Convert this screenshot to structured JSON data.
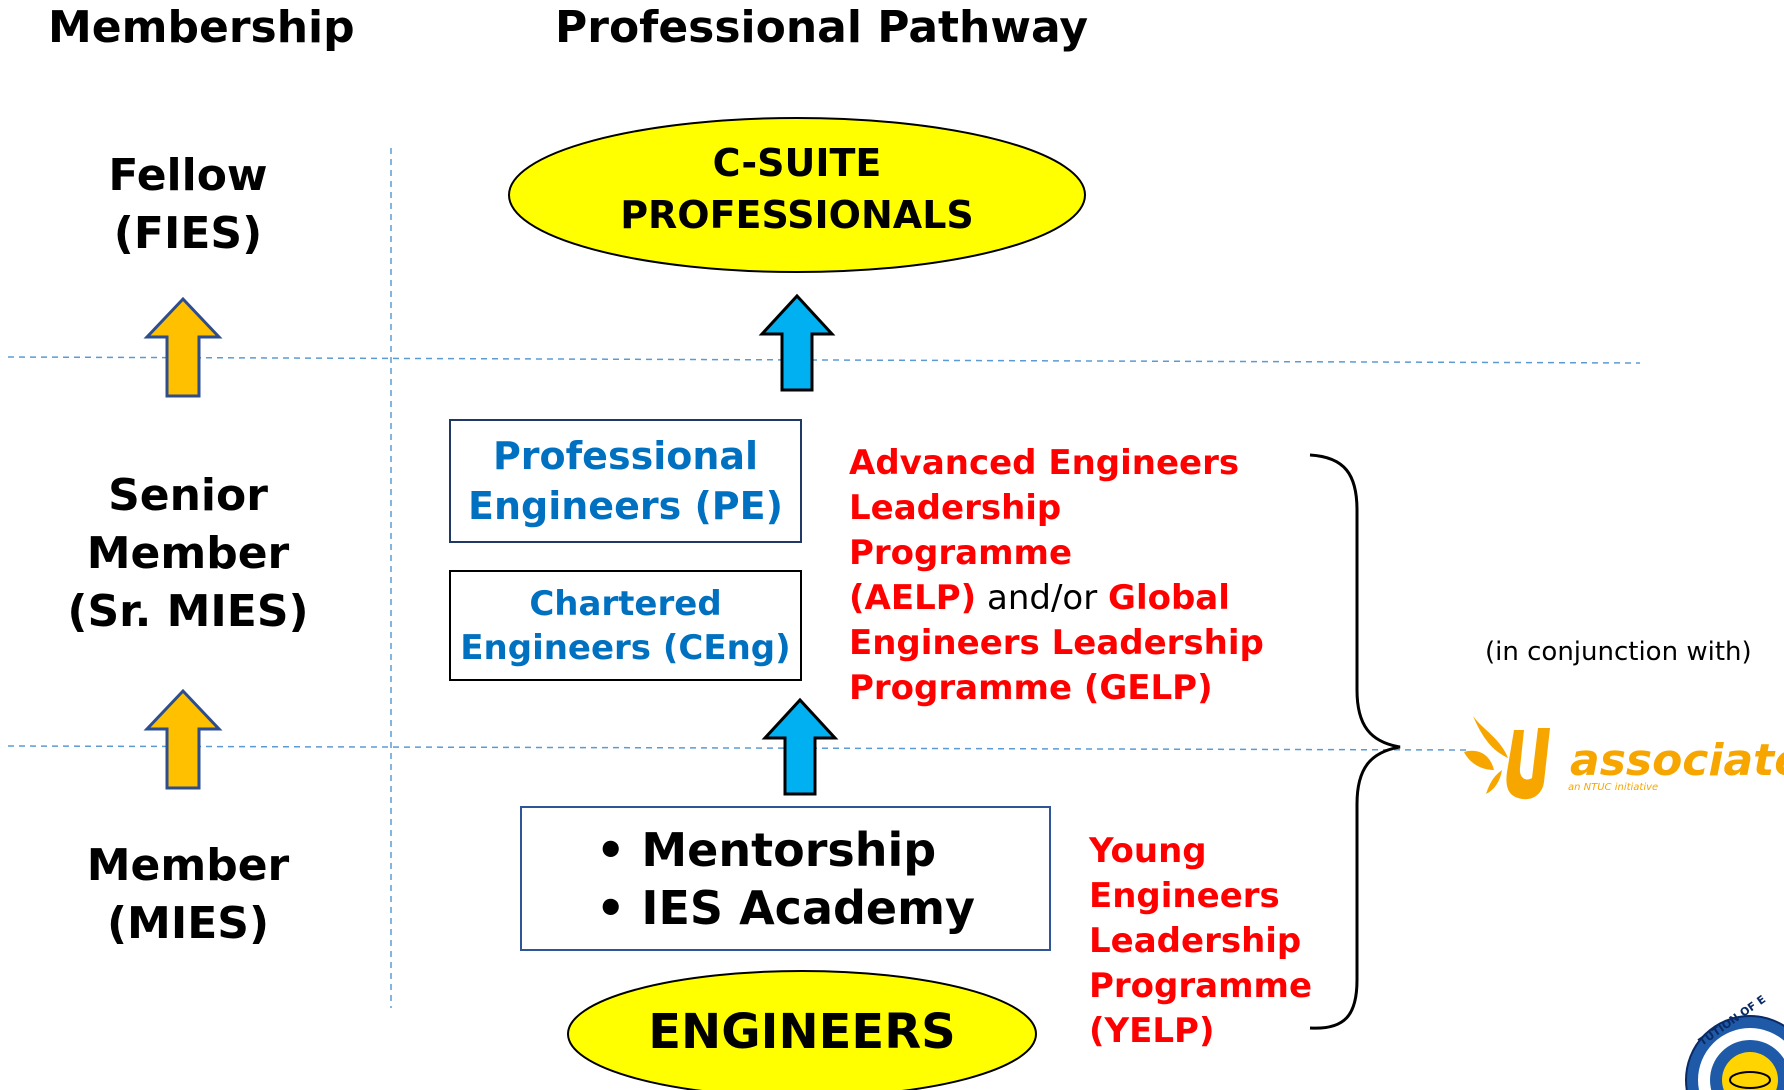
{
  "headers": {
    "membership": "Membership",
    "pathway": "Professional Pathway"
  },
  "membership_levels": {
    "fellow": [
      "Fellow",
      "(FIES)"
    ],
    "senior": [
      "Senior",
      "Member",
      "(Sr. MIES)"
    ],
    "member": [
      "Member",
      "(MIES)"
    ]
  },
  "pathway": {
    "csuite": [
      "C-SUITE",
      "PROFESSIONALS"
    ],
    "pe": [
      "Professional",
      "Engineers (PE)"
    ],
    "ceng": [
      "Chartered",
      "Engineers (CEng)"
    ],
    "support_items": [
      "Mentorship",
      "IES Academy"
    ],
    "engineers": "ENGINEERS"
  },
  "programmes": {
    "aelp": {
      "l1": "Advanced Engineers",
      "l2": "Leadership Programme",
      "l3a": "(AELP)",
      "l3b": " and/or ",
      "l3c": "Global",
      "l4": "Engineers Leadership",
      "l5": "Programme (GELP)"
    },
    "yelp": [
      "Young",
      "Engineers",
      "Leadership",
      "Programme",
      "(YELP)"
    ]
  },
  "partner": {
    "note": "(in conjunction with)",
    "logo_text": "associate",
    "logo_tagline": "an NTUC initiative"
  },
  "colors": {
    "ellipse_fill": "#ffff00",
    "member_arrow": "#ffc000",
    "pathway_arrow": "#00b0f0",
    "divider": "#5b9bd5",
    "blue_text": "#0070c0",
    "red_text": "#ff0000",
    "logo_orange": "#f7a600"
  }
}
